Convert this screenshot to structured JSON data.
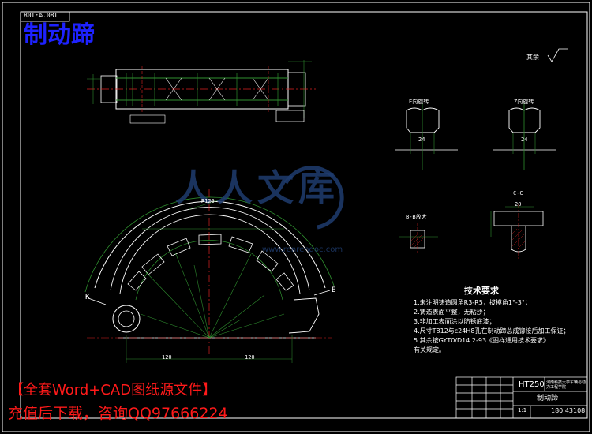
{
  "drawing": {
    "title": "制动蹄",
    "number": "180.43108",
    "surface_note": "其余"
  },
  "tech_requirements": {
    "title": "技术要求",
    "items": [
      "1.未注明铸造圆角R3-R5，拔模角1°-3°；",
      "2.铸造表面平整，无粘沙；",
      "3.非加工表面涂以防锈底漆；",
      "4.尺寸T812与c24H8孔在制动蹄总成铆接后加工保证；",
      "5.其余按GYT0/D14.2-93《图样通用技术要求》",
      "  有关规定。"
    ]
  },
  "title_block": {
    "material": "HT250",
    "part_name": "制动蹄",
    "part_number": "180.43108",
    "scale": "1:1",
    "company": "河南科技大学车辆与动力工程学院"
  },
  "views": {
    "section_e": "E向旋转",
    "section_z": "Z向旋转",
    "section_b": "B-B放大",
    "section_cc": "C-C",
    "arrow_k": "K",
    "arrow_e": "E"
  },
  "dimensions": {
    "radius_top": "R125",
    "width_left": "120",
    "width_right": "120",
    "cc_width": "20",
    "e_width": "24",
    "z_width": "24"
  },
  "watermark": {
    "logo_text": "人人文库",
    "url": "www.renrendoc.com"
  },
  "promo": {
    "line1": "【全套Word+CAD图纸源文件】",
    "line2": "充值后下载，咨询QQ97666224"
  }
}
